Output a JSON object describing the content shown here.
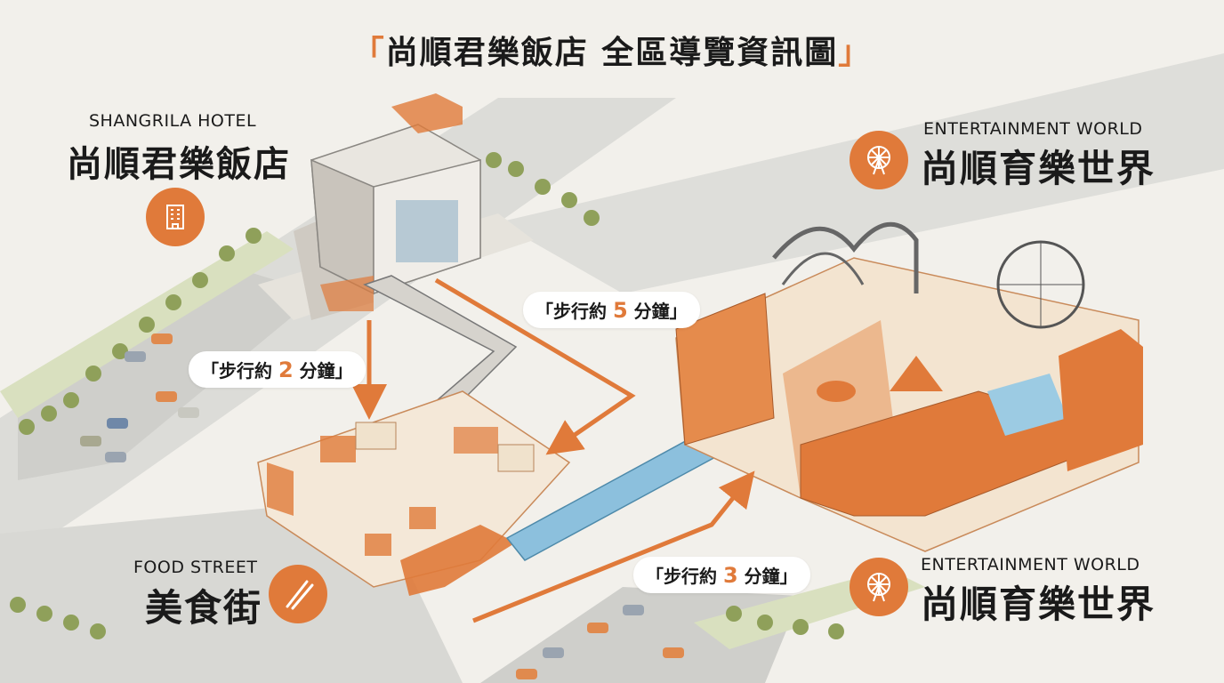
{
  "title": {
    "open": "「",
    "text": "尚順君樂飯店 全區導覽資訊圖",
    "close": "」"
  },
  "locations": {
    "hotel": {
      "en": "SHANGRILA HOTEL",
      "zh": "尚順君樂飯店",
      "icon": "hotel-building-icon"
    },
    "entertainment_top": {
      "en": "ENTERTAINMENT WORLD",
      "zh": "尚順育樂世界",
      "icon": "ferris-wheel-icon"
    },
    "entertainment_bottom": {
      "en": "ENTERTAINMENT WORLD",
      "zh": "尚順育樂世界",
      "icon": "ferris-wheel-icon"
    },
    "food_street": {
      "en": "FOOD STREET",
      "zh": "美食街",
      "icon": "chopsticks-icon"
    }
  },
  "routes": [
    {
      "prefix": "「步行約 ",
      "minutes": "2",
      "suffix": " 分鐘」"
    },
    {
      "prefix": "「步行約 ",
      "minutes": "5",
      "suffix": " 分鐘」"
    },
    {
      "prefix": "「步行約 ",
      "minutes": "3",
      "suffix": " 分鐘」"
    }
  ],
  "colors": {
    "accent": "#e07a3a",
    "background": "#f2f0eb",
    "road": "#d9d9d6",
    "walkway": "#7fb6d6"
  }
}
